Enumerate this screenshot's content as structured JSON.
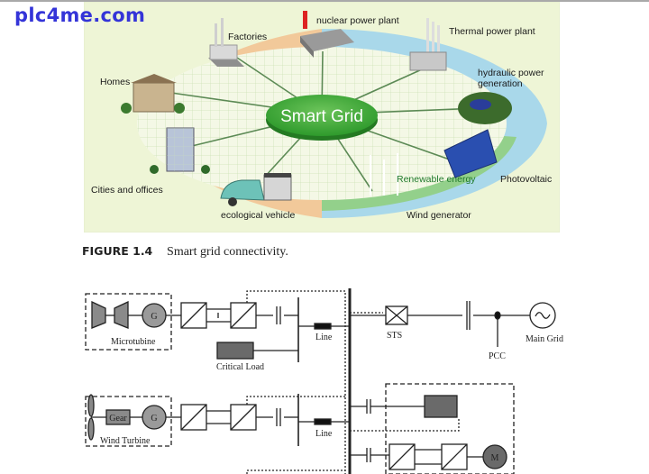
{
  "watermark": "plc4me.com",
  "figure_1": {
    "center_label": "Smart Grid",
    "nodes": {
      "factories": "Factories",
      "nuclear": "nuclear power plant",
      "thermal": "Thermal power plant",
      "hydraulic_line1": "hydraulic power",
      "hydraulic_line2": "generation",
      "homes": "Homes",
      "cities": "Cities and offices",
      "vehicle": "ecological vehicle",
      "renewable": "Renewable energy",
      "photovoltaic": "Photovoltaic",
      "wind": "Wind generator"
    },
    "colors": {
      "background": "#eef5d6",
      "consumer_ring": "#f2c99a",
      "supply_ring": "#a9d8ea",
      "renewable_ring": "#8fcf7a",
      "center": "#3fae3a",
      "renewable_text": "#1f7a2a"
    }
  },
  "caption": {
    "number": "FIGURE 1.4",
    "text": "Smart grid connectivity."
  },
  "figure_2": {
    "labels": {
      "microturbine": "Microtubine",
      "generator": "G",
      "critical_load": "Critical Load",
      "line1": "Line",
      "line2": "Line",
      "sts": "STS",
      "pcc": "PCC",
      "main_grid": "Main Grid",
      "gear": "Gear",
      "wind_turbine": "Wind Turbine",
      "motor": "M"
    }
  }
}
